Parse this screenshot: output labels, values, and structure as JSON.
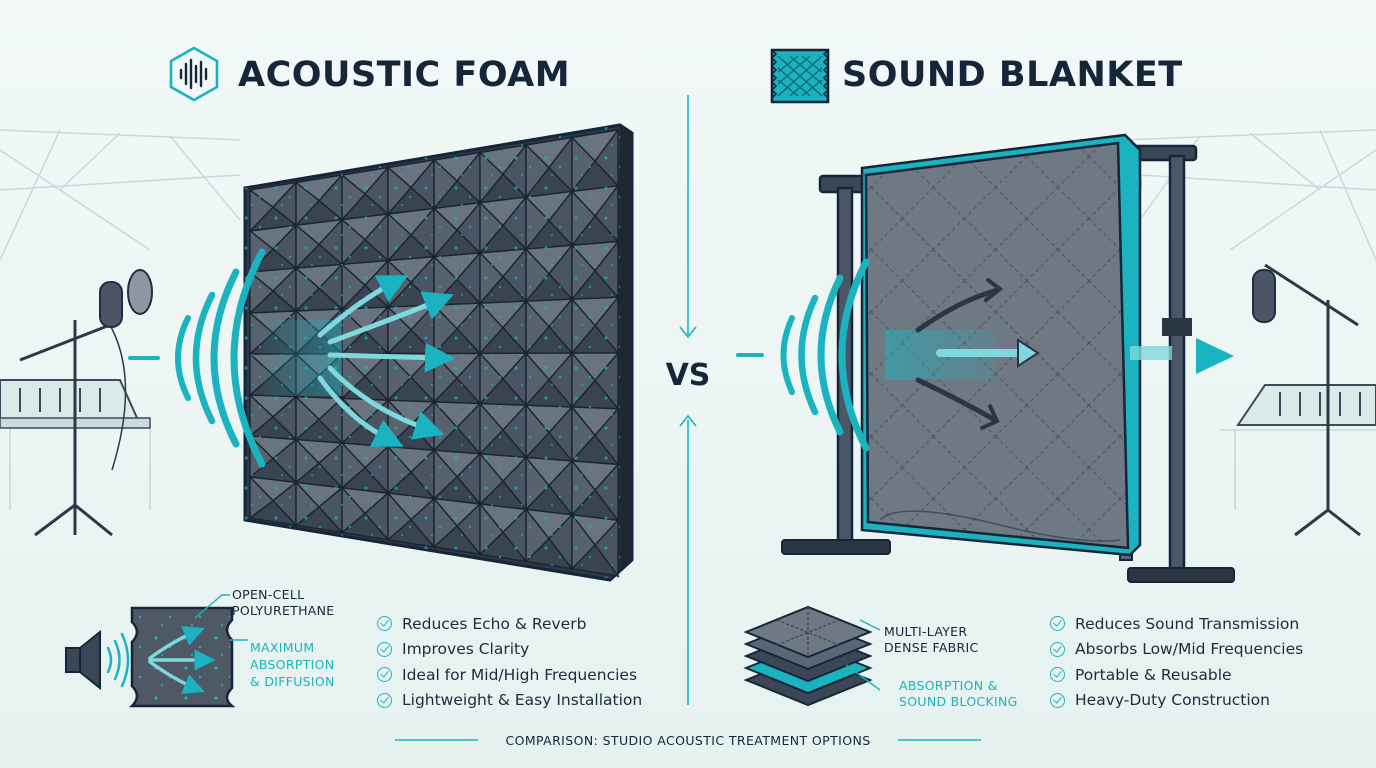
{
  "left": {
    "title": "ACOUSTIC FOAM",
    "label_material_line1": "OPEN-CELL",
    "label_material_line2": "POLYURETHANE",
    "label_effect_line1": "MAXIMUM",
    "label_effect_line2": "ABSORPTION",
    "label_effect_line3": "& DIFFUSION",
    "benefits": [
      "Reduces Echo & Reverb",
      "Improves Clarity",
      "Ideal for Mid/High Frequencies",
      "Lightweight & Easy Installation"
    ]
  },
  "right": {
    "title": "SOUND BLANKET",
    "label_material_line1": "MULTI-LAYER",
    "label_material_line2": "DENSE FABRIC",
    "label_effect_line1": "ABSORPTION &",
    "label_effect_line2": "SOUND BLOCKING",
    "benefits": [
      "Reduces Sound Transmission",
      "Absorbs Low/Mid Frequencies",
      "Portable & Reusable",
      "Heavy-Duty Construction"
    ]
  },
  "vs_label": "VS",
  "footer": "COMPARISON: STUDIO ACOUSTIC TREATMENT OPTIONS",
  "colors": {
    "accent": "#1bb3c0",
    "dark": "#15253a",
    "foam": "#4f5966",
    "blanket": "#6b7580",
    "background": "#eef6f5"
  },
  "icons": {
    "foam_title": "sound-wave-hexagon-icon",
    "blanket_title": "quilted-blanket-icon",
    "speaker": "speaker-icon",
    "check": "check-circle-icon"
  }
}
